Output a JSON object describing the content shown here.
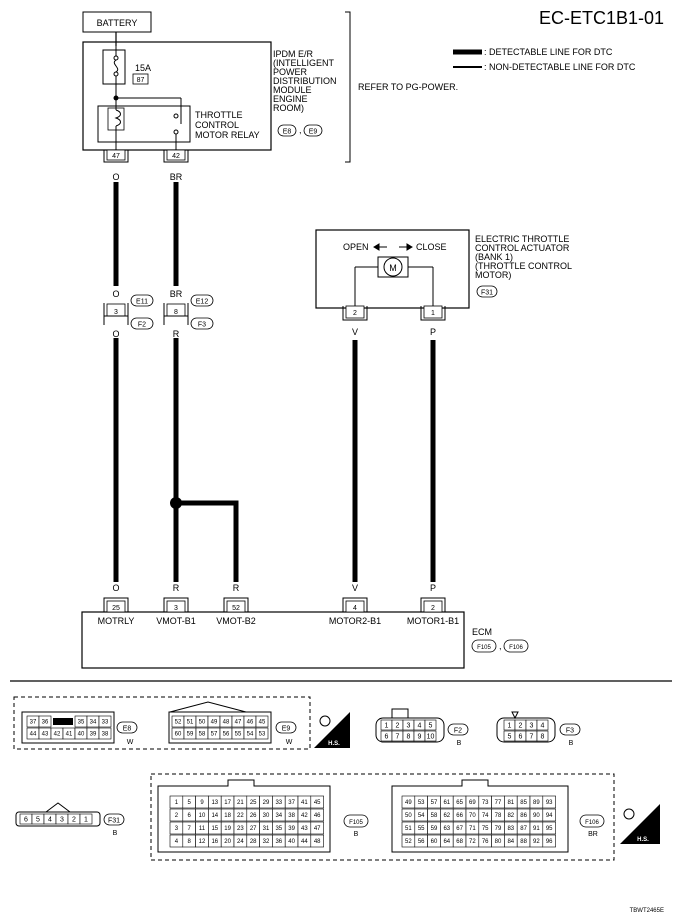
{
  "header": {
    "diagram_code": "EC-ETC1B1-01",
    "legend_detectable": ": DETECTABLE LINE FOR DTC",
    "legend_non_detectable": ": NON-DETECTABLE LINE FOR DTC"
  },
  "battery": {
    "label": "BATTERY"
  },
  "ipdm": {
    "fuse_amp": "15A",
    "fuse_no": "87",
    "relay_label": [
      "THROTTLE",
      "CONTROL",
      "MOTOR RELAY"
    ],
    "module_label": [
      "IPDM E/R",
      "(INTELLIGENT",
      "POWER",
      "DISTRIBUTION",
      "MODULE",
      "ENGINE",
      "ROOM)"
    ],
    "connectors": [
      "E8",
      "E9"
    ],
    "refer": "REFER TO PG-POWER.",
    "pins": [
      "47",
      "42"
    ]
  },
  "wires": {
    "motrly": {
      "color_top": "O",
      "mid_top": "O",
      "mid_bottom": "O",
      "bottom": "O"
    },
    "vmot": {
      "color_top": "BR",
      "mid_top": "BR",
      "mid_bottom": "R",
      "bottom_b1": "R",
      "bottom_b2": "R"
    },
    "motor2": {
      "color": "V",
      "bottom": "V"
    },
    "motor1": {
      "color": "P",
      "bottom": "P"
    }
  },
  "joint": {
    "pins": [
      "3",
      "8"
    ],
    "connectors_top": [
      "E11",
      "E12"
    ],
    "connectors_bottom": [
      "F2",
      "F3"
    ]
  },
  "actuator": {
    "open_label": "OPEN",
    "close_label": "CLOSE",
    "motor_symbol": "M",
    "label": [
      "ELECTRIC THROTTLE",
      "CONTROL ACTUATOR",
      "(BANK 1)",
      "(THROTTLE CONTROL",
      "MOTOR)"
    ],
    "connector": "F31",
    "pins": [
      "2",
      "1"
    ]
  },
  "ecm": {
    "label": "ECM",
    "connectors": [
      "F105",
      "F106"
    ],
    "pins": [
      "25",
      "3",
      "52",
      "4",
      "2"
    ],
    "terminals": [
      "MOTRLY",
      "VMOT-B1",
      "VMOT-B2",
      "MOTOR2-B1",
      "MOTOR1-B1"
    ]
  },
  "connector_views": {
    "e8": {
      "id": "E8",
      "color": "W",
      "row1": [
        "37",
        "36",
        "",
        "35",
        "34",
        "33"
      ],
      "row2": [
        "44",
        "43",
        "42",
        "41",
        "40",
        "39",
        "38"
      ]
    },
    "e9": {
      "id": "E9",
      "color": "W",
      "row1": [
        "52",
        "51",
        "50",
        "49",
        "48",
        "47",
        "46",
        "45"
      ],
      "row2": [
        "60",
        "59",
        "58",
        "57",
        "56",
        "55",
        "54",
        "53"
      ]
    },
    "f2": {
      "id": "F2",
      "color": "B",
      "row1": [
        "1",
        "2",
        "3",
        "4",
        "5"
      ],
      "row2": [
        "6",
        "7",
        "8",
        "9",
        "10"
      ]
    },
    "f3": {
      "id": "F3",
      "color": "B",
      "row1": [
        "1",
        "2",
        "3",
        "4"
      ],
      "row2": [
        "5",
        "6",
        "7",
        "8"
      ]
    },
    "f31": {
      "id": "F31",
      "color": "B",
      "row1": [
        "6",
        "5",
        "4",
        "3",
        "2",
        "1"
      ]
    },
    "f105": {
      "id": "F105",
      "color": "B",
      "rows": [
        [
          "1",
          "5",
          "9",
          "13",
          "17",
          "21",
          "25",
          "29",
          "33",
          "37",
          "41",
          "45"
        ],
        [
          "2",
          "6",
          "10",
          "14",
          "18",
          "22",
          "26",
          "30",
          "34",
          "38",
          "42",
          "46"
        ],
        [
          "3",
          "7",
          "11",
          "15",
          "19",
          "23",
          "27",
          "31",
          "35",
          "39",
          "43",
          "47"
        ],
        [
          "4",
          "8",
          "12",
          "16",
          "20",
          "24",
          "28",
          "32",
          "36",
          "40",
          "44",
          "48"
        ]
      ]
    },
    "f106": {
      "id": "F106",
      "color": "BR",
      "rows": [
        [
          "49",
          "53",
          "57",
          "61",
          "65",
          "69",
          "73",
          "77",
          "81",
          "85",
          "89",
          "93"
        ],
        [
          "50",
          "54",
          "58",
          "62",
          "66",
          "70",
          "74",
          "78",
          "82",
          "86",
          "90",
          "94"
        ],
        [
          "51",
          "55",
          "59",
          "63",
          "67",
          "71",
          "75",
          "79",
          "83",
          "87",
          "91",
          "95"
        ],
        [
          "52",
          "56",
          "60",
          "64",
          "68",
          "72",
          "76",
          "80",
          "84",
          "88",
          "92",
          "96"
        ]
      ]
    },
    "hs": "H.S."
  },
  "footer": {
    "code": "TBWT2465E"
  }
}
